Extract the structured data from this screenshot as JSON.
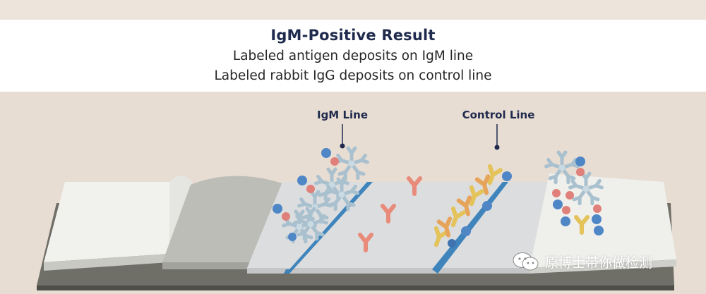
{
  "header": {
    "title": "IgM-Positive Result",
    "line1": "Labeled antigen deposits on IgM line",
    "line2": "Labeled rabbit IgG deposits on control line"
  },
  "labels": {
    "igm_line": "IgM Line",
    "control_line": "Control Line"
  },
  "watermark": {
    "icon": "wechat-icon",
    "text": "原博士带你做检测"
  },
  "colors": {
    "test_line": "#2d7bb8",
    "antigen_sphere": "#e0807a",
    "gold_particle": "#4f86c6",
    "igm_pentamer": "#b9cdd8",
    "control_antibody": "#e3c35a",
    "free_antibody": "#e98b7a",
    "strip": "#dcdddf",
    "cassette": "#707068"
  }
}
